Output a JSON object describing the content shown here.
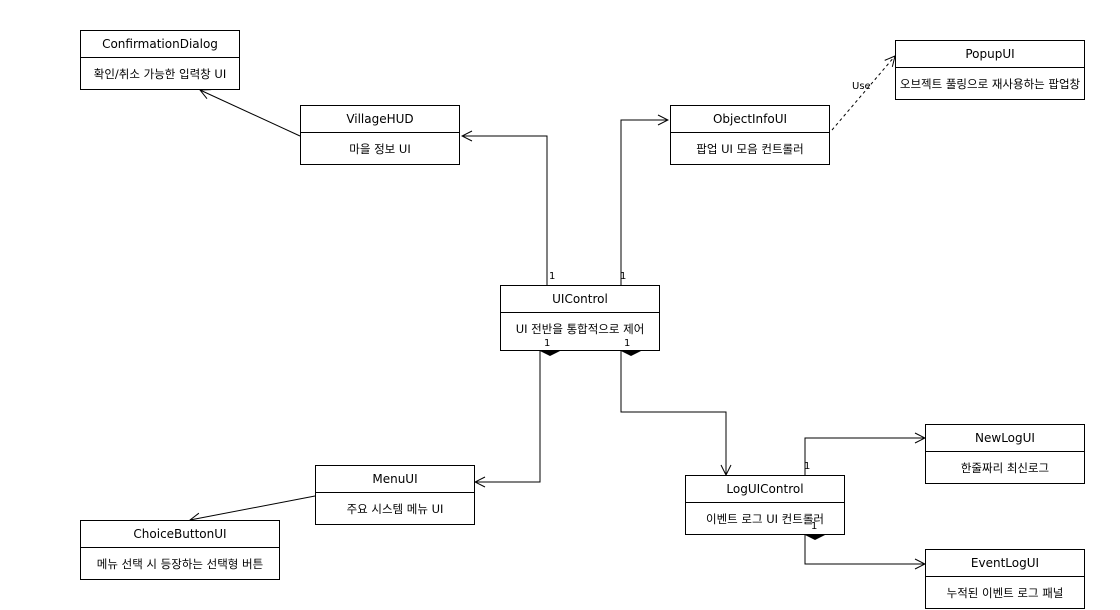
{
  "classes": {
    "confirmation_dialog": {
      "name": "ConfirmationDialog",
      "desc": "확인/취소 가능한 입력창 UI"
    },
    "village_hud": {
      "name": "VillageHUD",
      "desc": "마을 정보 UI"
    },
    "object_info_ui": {
      "name": "ObjectInfoUI",
      "desc": "팝업 UI 모음 컨트롤러"
    },
    "popup_ui": {
      "name": "PopupUI",
      "desc": "오브젝트 풀링으로 재사용하는 팝업창"
    },
    "ui_control": {
      "name": "UIControl",
      "desc": "UI 전반을 통합적으로 제어"
    },
    "menu_ui": {
      "name": "MenuUI",
      "desc": "주요 시스템 메뉴 UI"
    },
    "choice_button_ui": {
      "name": "ChoiceButtonUI",
      "desc": "메뉴 선택 시 등장하는 선택형 버튼"
    },
    "log_ui_control": {
      "name": "LogUIControl",
      "desc": "이벤트 로그 UI 컨트롤러"
    },
    "new_log_ui": {
      "name": "NewLogUI",
      "desc": "한줄짜리 최신로그"
    },
    "event_log_ui": {
      "name": "EventLogUI",
      "desc": "누적된 이벤트 로그 패널"
    }
  },
  "relations": {
    "use_label": "Use",
    "ui_to_village_mult": "1",
    "ui_to_objectinfo_mult": "1",
    "ui_menu_mult": "1",
    "ui_log_mult": "1",
    "log_newlog_mult": "1",
    "log_eventlog_mult": "1"
  }
}
